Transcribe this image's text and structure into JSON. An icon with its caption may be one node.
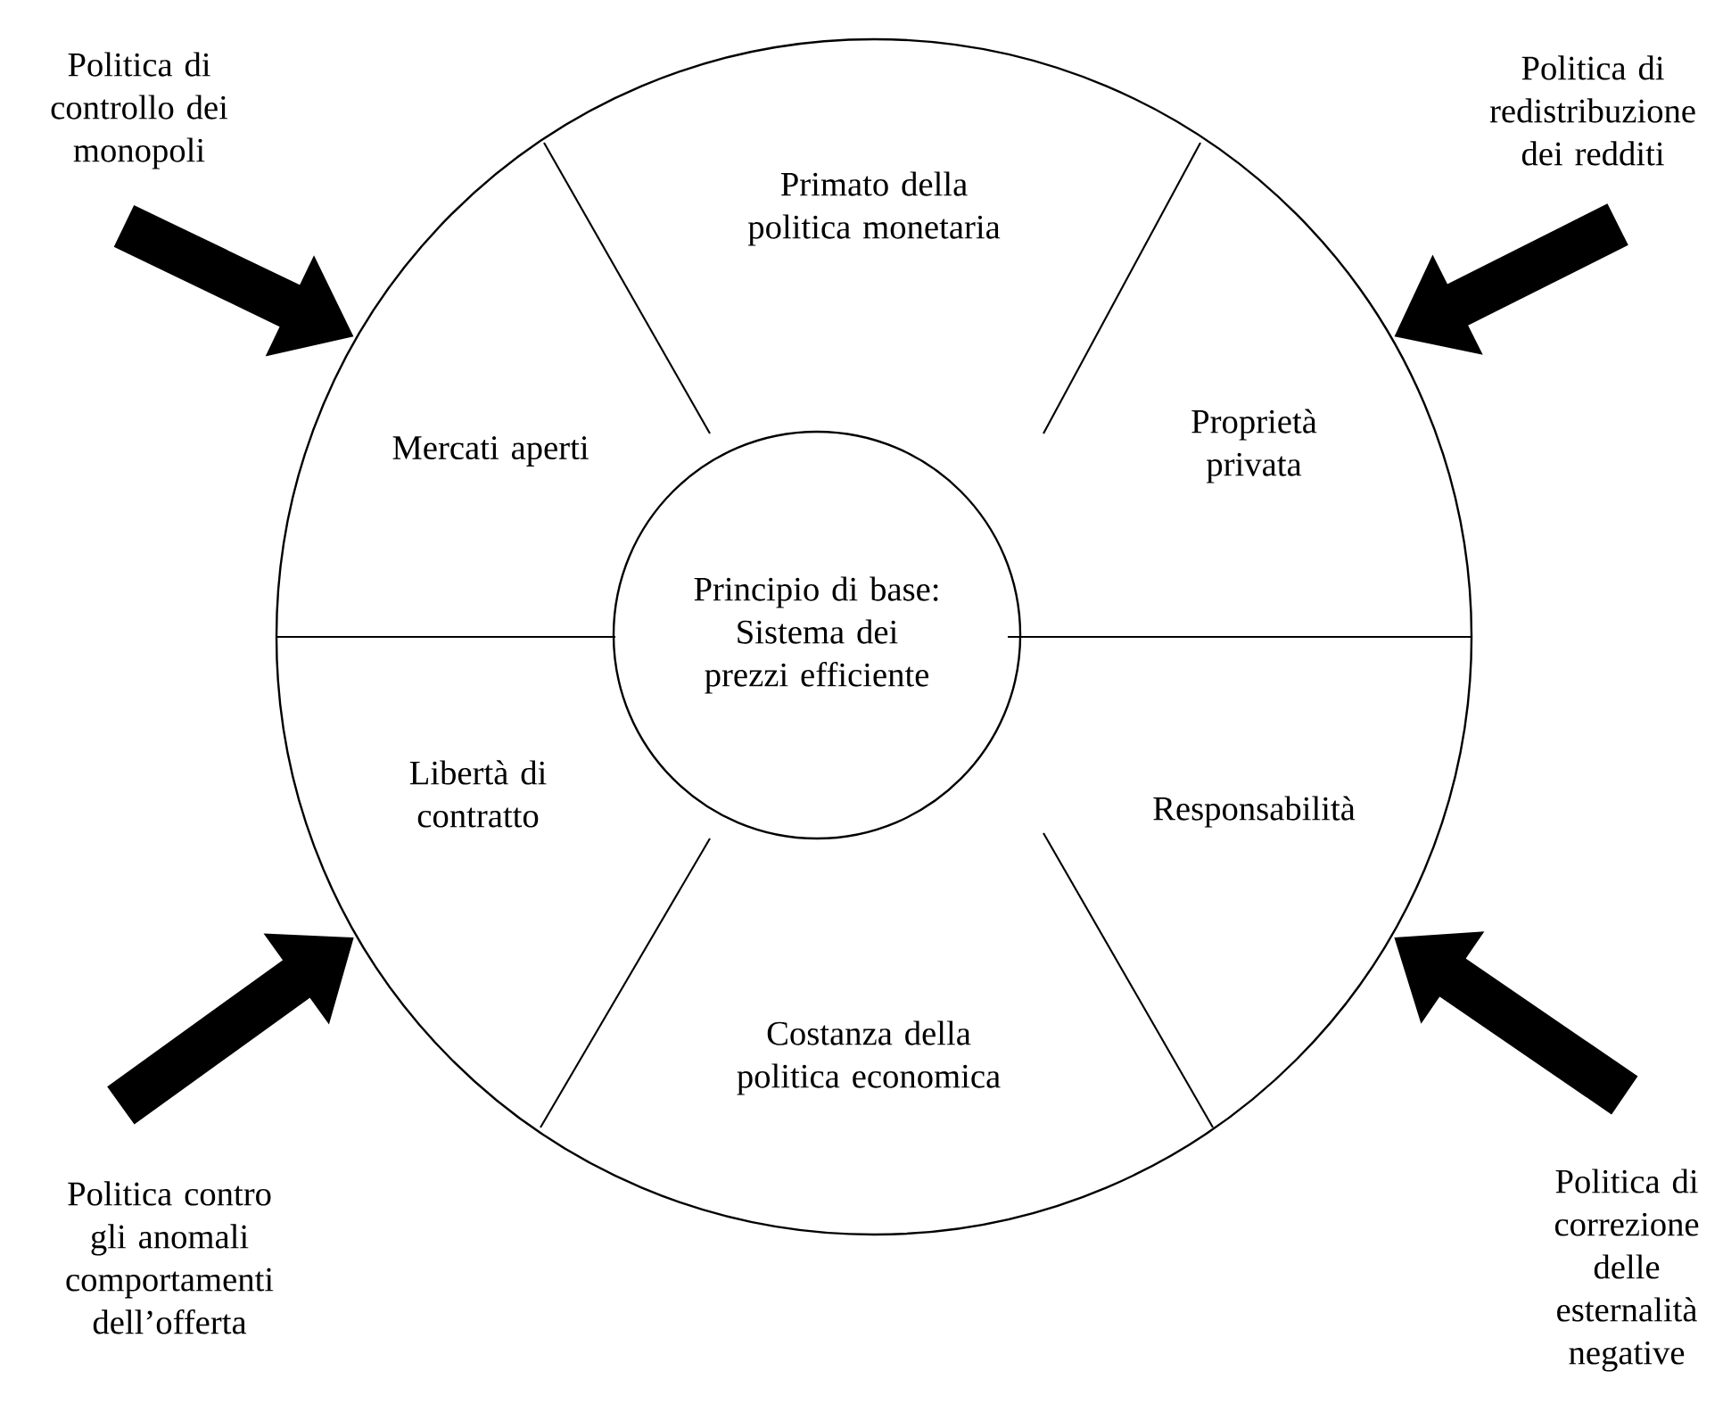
{
  "diagram": {
    "nodes": [
      {
        "text": [
          "Politica di controllo dei monopoli"
        ]
      },
      {
        "text": [
          "Politica di redistribuzione dei redditi"
        ]
      },
      {
        "text": [],
        "shape": "circle"
      },
      {
        "text": [
          "Primato della politica monetaria"
        ],
        "in": 2
      },
      {
        "text": [
          "Mercati aperti"
        ],
        "in": 2
      },
      {
        "text": [
          "Proprietà privata"
        ],
        "in": 2
      },
      {
        "text": [
          "Principio di base: Sistema dei prezzi efficiente"
        ],
        "in": 2
      },
      {
        "text": [
          "Libertà di contratto"
        ],
        "in": 2
      },
      {
        "text": [
          "Responsabilità"
        ],
        "in": 2
      },
      {
        "text": [
          "Costanza della politica economica"
        ],
        "in": 2
      },
      {
        "text": [
          "Politica contro gli anomali comportamenti dell’offerta"
        ]
      },
      {
        "text": [
          "Politica di correzione delle esternalità negative"
        ]
      }
    ],
    "edges": [
      {
        "from": 0,
        "to": 2,
        "arrow": "to"
      },
      {
        "from": 1,
        "to": 2,
        "arrow": "to"
      },
      {
        "from": 10,
        "to": 2,
        "arrow": "to"
      },
      {
        "from": 11,
        "to": 2,
        "arrow": "to"
      }
    ]
  }
}
